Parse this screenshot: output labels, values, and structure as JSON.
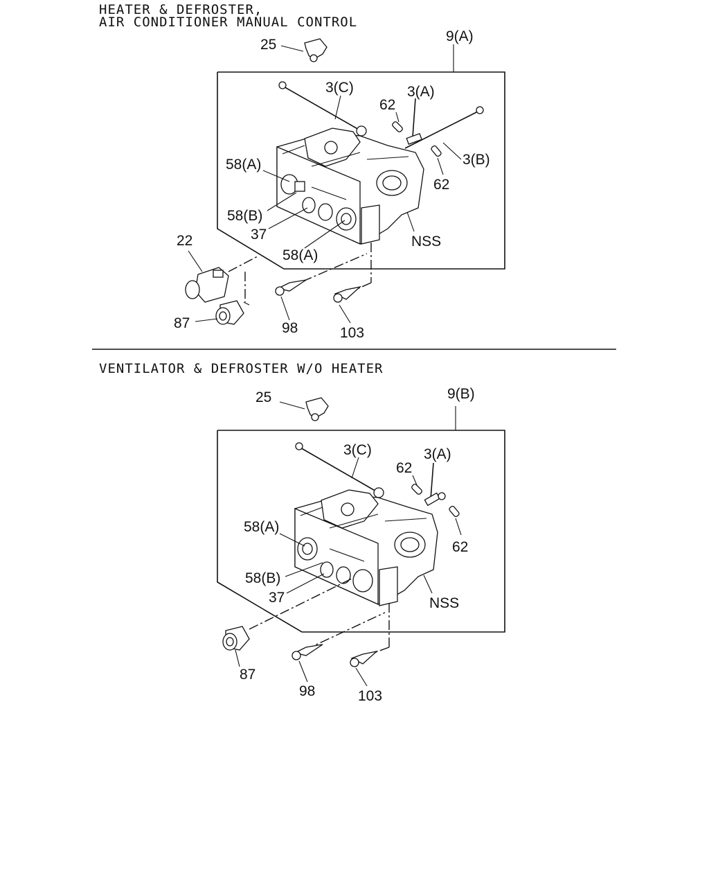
{
  "section_a": {
    "title_line1": "HEATER & DEFROSTER,",
    "title_line2": "AIR CONDITIONER MANUAL CONTROL",
    "labels": {
      "p25": "25",
      "p9": "9(A)",
      "p3c": "3(C)",
      "p3a": "3(A)",
      "p62a": "62",
      "p3b": "3(B)",
      "p62b": "62",
      "p58a_top": "58(A)",
      "p58b": "58(B)",
      "p37": "37",
      "p58a_bot": "58(A)",
      "pnss": "NSS",
      "p22": "22",
      "p87": "87",
      "p98": "98",
      "p103": "103"
    }
  },
  "section_b": {
    "title": "VENTILATOR & DEFROSTER W/O HEATER",
    "labels": {
      "p25": "25",
      "p9": "9(B)",
      "p3c": "3(C)",
      "p62a": "62",
      "p3a": "3(A)",
      "p62b": "62",
      "p58a": "58(A)",
      "p58b": "58(B)",
      "p37": "37",
      "pnss": "NSS",
      "p87": "87",
      "p98": "98",
      "p103": "103"
    }
  }
}
